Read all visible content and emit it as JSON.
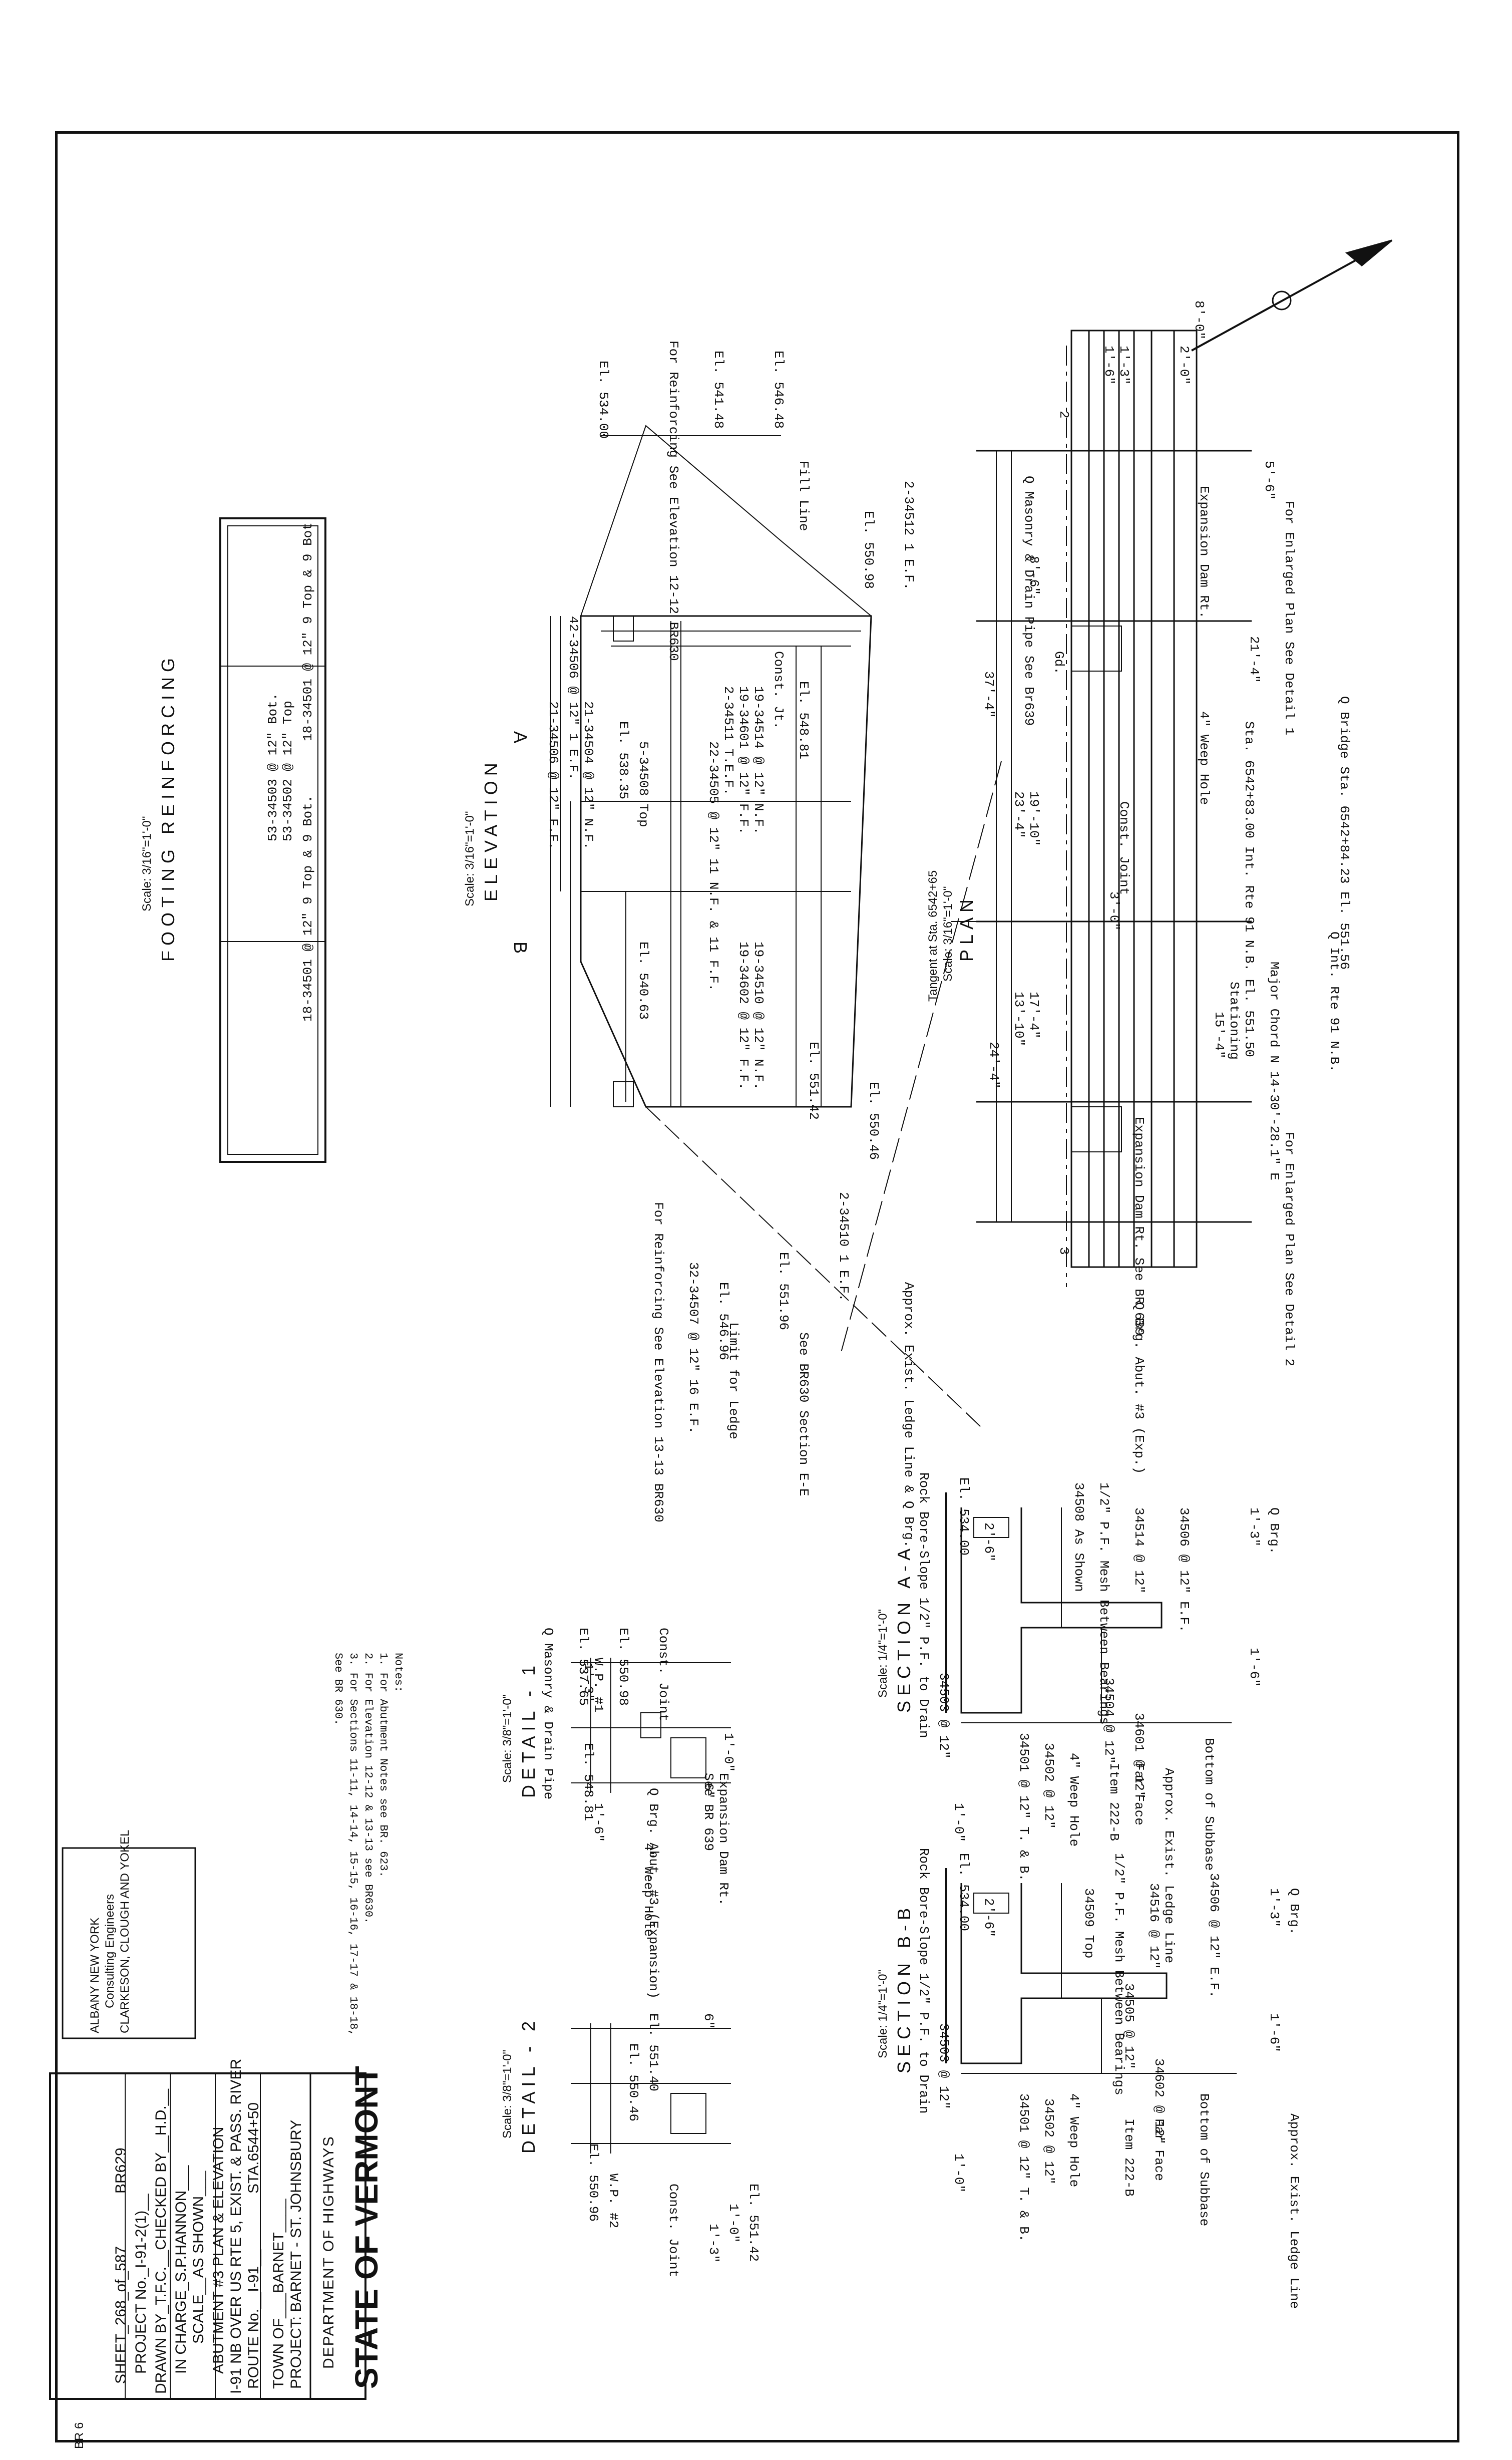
{
  "titleblock": {
    "state": "STATE OF VERMONT",
    "department": "DEPARTMENT OF HIGHWAYS",
    "project_line": "PROJECT: BARNET - ST. JOHNSBURY",
    "town_line": "TOWN OF___BARNET____",
    "route_line": "ROUTE No.__I-91__",
    "station": "STA.6544+50",
    "description_1": "I-91 NB OVER US RTE 5, EXIST. & PASS. RIVER",
    "description_2": "ABUTMENT #3 PLAN & ELEVATION",
    "scale_line": "SCALE__AS SHOWN___",
    "in_charge_line": "IN CHARGE_S.P.HANNON___",
    "drawn_line": "DRAWN BY_T.F.C.__CHECKED BY__H.D.__",
    "project_no_line": "PROJECT No._I-91-2(1)__",
    "sheet_line": "SHEET_268_of_587",
    "sheet_code": "BR629"
  },
  "consultant": {
    "line1": "CLARKESON, CLOUGH AND YOKEL",
    "line2": "Consulting Engineers",
    "line3": "ALBANY                    NEW YORK"
  },
  "views": {
    "plan_title": "PLAN",
    "plan_scale": "Scale: 3/16\"=1'-0\"",
    "plan_tangent": "Tangent at Sta. 6542+65",
    "elevation_title": "ELEVATION",
    "elevation_scale": "Scale: 3/16\"=1'-0\"",
    "footing_title": "FOOTING REINFORCING",
    "footing_scale": "Scale: 3/16\"=1'-0\"",
    "section_aa_title": "SECTION A-A",
    "section_aa_scale": "Scale: 1/4\"=1'-0\"",
    "section_bb_title": "SECTION B-B",
    "section_bb_scale": "Scale: 1/4\"=1'-0\"",
    "detail1_title": "DETAIL - 1",
    "detail1_scale": "Scale: 3/8\"=1'-0\"",
    "detail2_title": "DETAIL - 2",
    "detail2_scale": "Scale: 3/8\"=1'-0\""
  },
  "notes": {
    "heading": "Notes:",
    "n1": "1. For Abutment Notes see BR. 623.",
    "n2": "2. For Elevation 12-12 & 13-13 see BR630.",
    "n3": "3. For Sections 11-11, 14-14, 15-15, 16-16, 17-17 & 18-18,",
    "n3b": "   See BR 630."
  },
  "plan_labels": {
    "l1": "For Enlarged Plan See Detail 1",
    "l2": "Expansion Dam Rt.",
    "l3": "Q Masonry & Drain Pipe See Br639",
    "l4": "Sta. 6542+83.00 Int. Rte 91 N.B. El. 551.50",
    "l5": "Q Bridge Sta. 6542+84.23 El. 551.56",
    "l6": "4\" Weep Hole",
    "l7": "Const. Joint",
    "l8": "Q Int. Rte 91 N.B.",
    "l9": "Major Chord N 14-30'-28.1\" E",
    "l10": "Stationing",
    "l11": "For Enlarged Plan See Detail 2",
    "l12": "Expansion Dam Rt. See BR 639",
    "l13": "Q Brg. Abut. #3 (Exp.)",
    "l14": "Approx. Exist. Ledge Line & Q Brg.",
    "l15": "See BR630 Section E-E",
    "d1": "8'-0\"",
    "d2": "2'-0\"",
    "d3": "1'-3\"",
    "d4": "1'-6\"",
    "d5": "5'-6\"",
    "d6": "8'-6\"",
    "d7": "37'-4\"",
    "d8": "21'-4\"",
    "d9": "19'-10\"",
    "d10": "23'-4\"",
    "d11": "17'-4\"",
    "d12": "13'-10\"",
    "d13": "24'-4\"",
    "d14": "15'-4\"",
    "d15": "3'-0\"",
    "g1": "Gd.",
    "s2": "2",
    "s3": "3"
  },
  "elevation_labels": {
    "e1": "El. 546.48",
    "e2": "El. 541.48",
    "e3": "El. 534.00",
    "e4": "For Reinforcing See Elevation 12-12 BR630",
    "e5": "Fill Line",
    "e6": "2-34512 1 E.F.",
    "e7": "El. 550.98",
    "e8": "El. 548.81",
    "e9": "Const. Jt.",
    "e10": "19-34514 @ 12\" N.F.",
    "e11": "19-34601 @ 12\" F.F.",
    "e12": "2-34511 T.E.F.",
    "e13": "22-34505 @ 12\" 11 N.F. & 11 F.F.",
    "e14": "5-34508 Top",
    "e15": "21-34504 @ 12\" N.F.",
    "e16": "21-34506 @ 12\" F.F.",
    "e17": "42-34506 @ 12\" 1 E.F.",
    "e18": "El. 538.35",
    "e19": "19-34602 @ 12\" F.F.",
    "e20": "19-34510 @ 12\" N.F.",
    "e21": "El. 540.63",
    "e22": "El. 551.42",
    "e23": "El. 550.46",
    "e24": "2-34510 1 E.F.",
    "e25": "El. 551.96",
    "e26": "El. 546.96",
    "e27": "32-34507 @ 12\" 16 E.F.",
    "e28": "Limit for Ledge",
    "e29": "For Reinforcing See Elevation 13-13 BR630",
    "a": "A",
    "b": "B"
  },
  "footing_labels": {
    "f1": "18-34501 @ 12\" 9 Top & 9 Bot.",
    "f2": "53-34502 @ 12\" Top",
    "f3": "53-34503 @ 12\" Bot.",
    "f4": "18-34501 @ 12\" 9 Top & 9 Bot."
  },
  "section_aa_labels": {
    "s1": "Q Brg.",
    "s2": "1'-3\"",
    "s3": "1'-6\"",
    "s4": "34506 @ 12\" E.F.",
    "s5": "34514 @ 12\"",
    "s6": "34508 As Shown",
    "s7": "1/2\" P.F. Mesh Between Bearings",
    "s8": "34504 @ 12\"",
    "s9": "34601 @ 12\"",
    "s10": "Bottom of Subbase",
    "s11": "Approx. Exist. Ledge Line",
    "s12": "Far Face",
    "s13": "Item 222-B",
    "s14": "4\" Weep Hole",
    "s15": "34502 @ 12\"",
    "s16": "34503 @ 12\"",
    "s17": "34501 @ 12\" T. & B.",
    "s18": "Rock Bore-Slope 1/2\" P.F. to Drain",
    "s19": "El. 534.00",
    "s20": "2'-6\"",
    "s21": "1'-0\""
  },
  "section_bb_labels": {
    "s1": "Q Brg.",
    "s2": "1'-3\"",
    "s3": "1'-6\"",
    "s4": "34506 @ 12\" E.F.",
    "s5": "34516 @ 12\"",
    "s6": "34509 Top",
    "s7": "1/2\" P.F. Mesh Between Bearings",
    "s8": "34505 @ 12\"",
    "s9": "34602 @ 12\"",
    "s10": "Bottom of Subbase",
    "s11": "Approx. Exist. Ledge Line",
    "s12": "Far Face",
    "s13": "Item 222-B",
    "s14": "4\" Weep Hole",
    "s15": "34502 @ 12\"",
    "s16": "34503 @ 12\"",
    "s17": "34501 @ 12\" T. & B.",
    "s18": "Rock Bore-Slope 1/2\" P.F. to Drain",
    "s19": "El. 534.00",
    "s20": "2'-6\"",
    "s21": "1'-0\""
  },
  "detail1_labels": {
    "d1": "Const. Joint",
    "d2": "El. 550.98",
    "d3": "El. 548.81",
    "d4": "El. 537.65",
    "d5": "W.P. #1",
    "d6": "Q Masonry & Drain Pipe",
    "d7": "Q Brg. Abut. #3 (Expansion)",
    "d8": "Expansion Dam Rt.",
    "d9": "See BR 639",
    "d10": "4\" Weep Hole",
    "d11": "1'-0\"",
    "d12": "6\"",
    "d13": "1'-3\"",
    "d14": "1'-6\""
  },
  "detail2_labels": {
    "d1": "El. 551.42",
    "d2": "El. 550.46",
    "d3": "Const. Joint",
    "d4": "El. 550.96",
    "d5": "W.P. #2",
    "d6": "El. 551.40",
    "d7": "1'-0\"",
    "d8": "6\"",
    "d9": "1'-3\""
  },
  "margin_code": "BR 6"
}
